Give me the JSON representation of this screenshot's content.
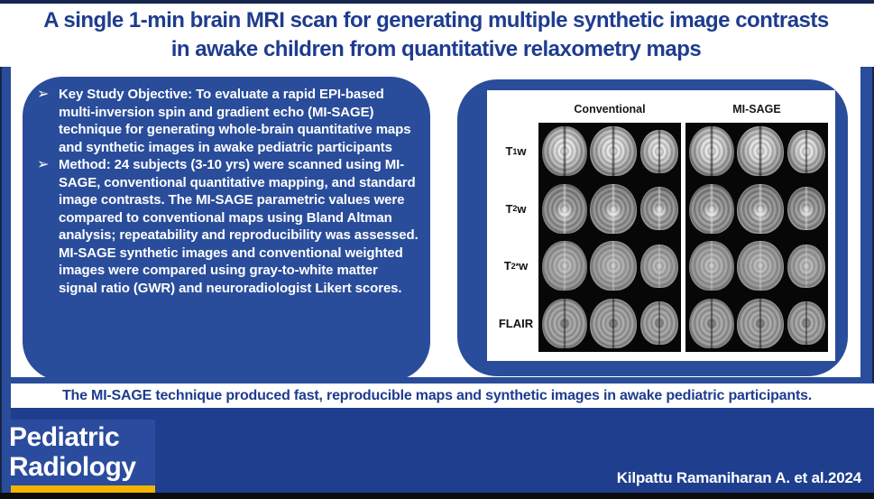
{
  "title": {
    "line1": "A single 1-min brain MRI scan for generating multiple synthetic image contrasts",
    "line2": "in awake children from quantitative relaxometry maps"
  },
  "bullets": [
    {
      "marker": "➢",
      "text": "Key Study Objective: To evaluate a rapid EPI-based multi-inversion spin and gradient echo (MI-SAGE) technique for generating whole-brain quantitative maps and synthetic images in awake pediatric participants"
    },
    {
      "marker": "➢",
      "text": "Method: 24 subjects (3-10 yrs) were scanned using MI-SAGE, conventional quantitative mapping, and standard image contrasts. The MI-SAGE parametric values were compared to conventional maps using Bland Altman analysis; repeatability and reproducibility was assessed. MI-SAGE synthetic images and conventional weighted images were compared using gray-to-white matter signal ratio (GWR) and neuroradiologist Likert scores."
    }
  ],
  "figure": {
    "column_headers": [
      "Conventional",
      "MI-SAGE"
    ],
    "row_labels": [
      {
        "main": "T",
        "sub": "1",
        "sup": "",
        "tail": "w"
      },
      {
        "main": "T",
        "sub": "2",
        "sup": "",
        "tail": "w"
      },
      {
        "main": "T",
        "sub": "2",
        "sup": "*",
        "tail": "w"
      },
      {
        "main": "FLAIR",
        "sub": "",
        "sup": "",
        "tail": ""
      }
    ],
    "rows_per_panel": 4,
    "slices_per_row": 3
  },
  "conclusion": "The MI-SAGE technique produced fast, reproducible maps and synthetic images in awake pediatric participants.",
  "footer": {
    "journal_line1": "Pediatric",
    "journal_line2": "Radiology",
    "citation": "Kilpattu Ramaniharan A. et al.2024"
  },
  "colors": {
    "box_blue": "#2a4d9b",
    "title_text_blue": "#1e3c8f",
    "footer_blue": "#1f3f8e",
    "logo_blue": "#2b4c9e",
    "accent_yellow": "#f3b400",
    "figure_background": "#070707"
  }
}
